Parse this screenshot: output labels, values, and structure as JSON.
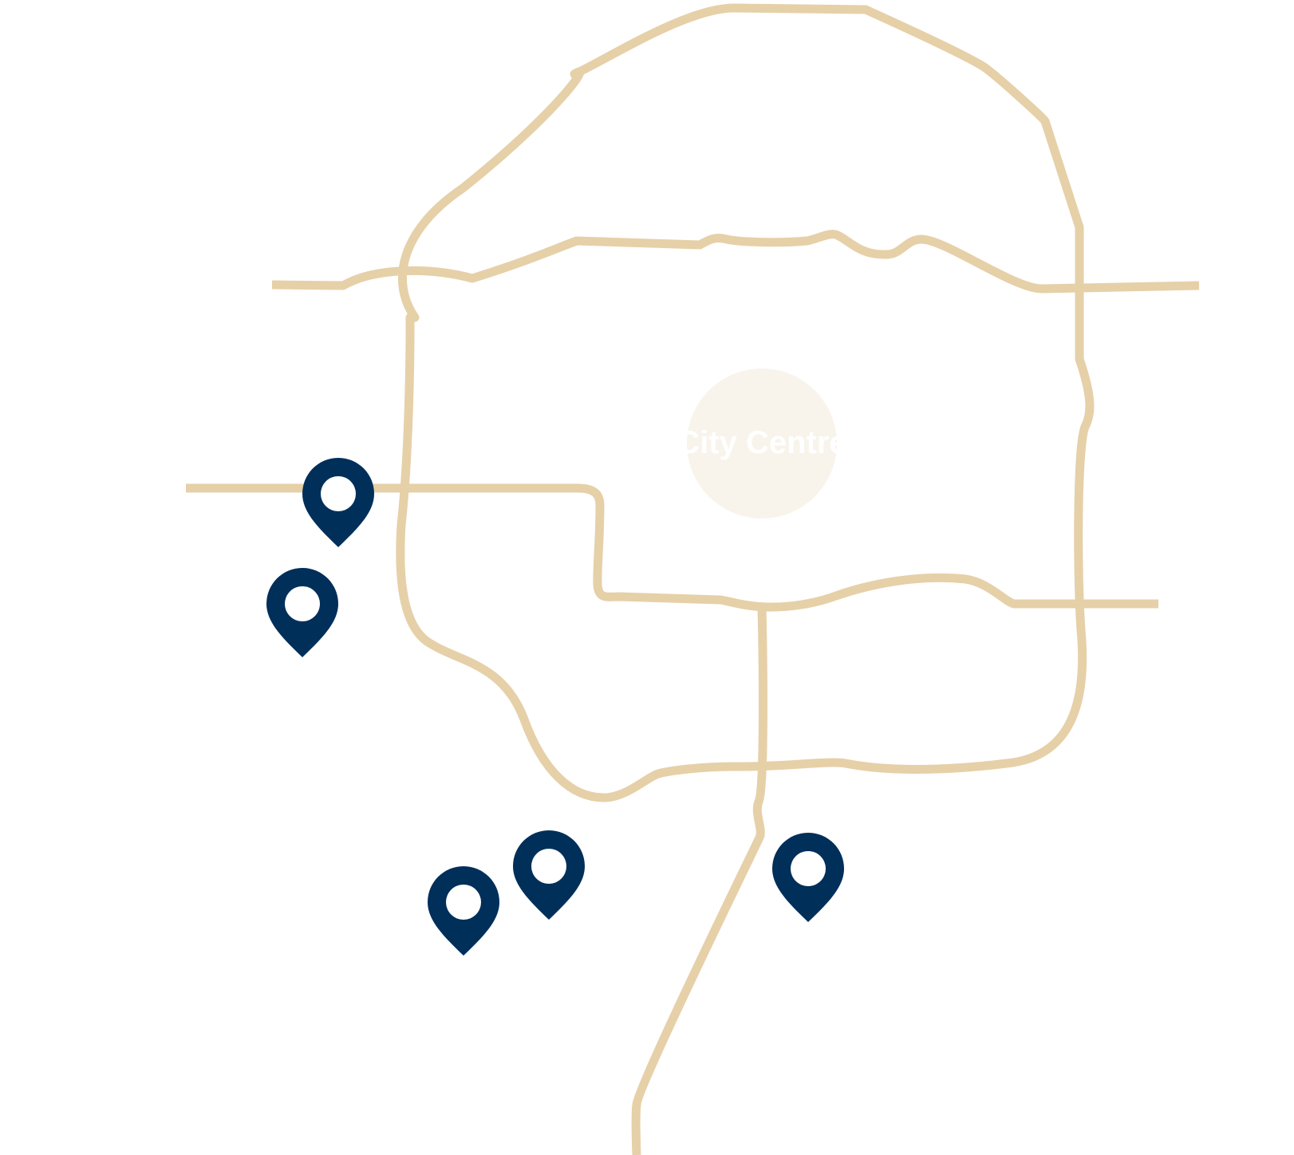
{
  "map": {
    "city_centre_label": "City Centre",
    "colors": {
      "road": "#e6d0a8",
      "pin": "#002f5a",
      "pin_hole": "#ffffff",
      "centre_circle": "#f8f4ec",
      "centre_label": "#ffffff",
      "background": "#ffffff"
    },
    "pins": [
      {
        "name": "location-pin-1",
        "icon": "map-pin-icon"
      },
      {
        "name": "location-pin-2",
        "icon": "map-pin-icon"
      },
      {
        "name": "location-pin-3",
        "icon": "map-pin-icon"
      },
      {
        "name": "location-pin-4",
        "icon": "map-pin-icon"
      },
      {
        "name": "location-pin-5",
        "icon": "map-pin-icon"
      }
    ]
  }
}
